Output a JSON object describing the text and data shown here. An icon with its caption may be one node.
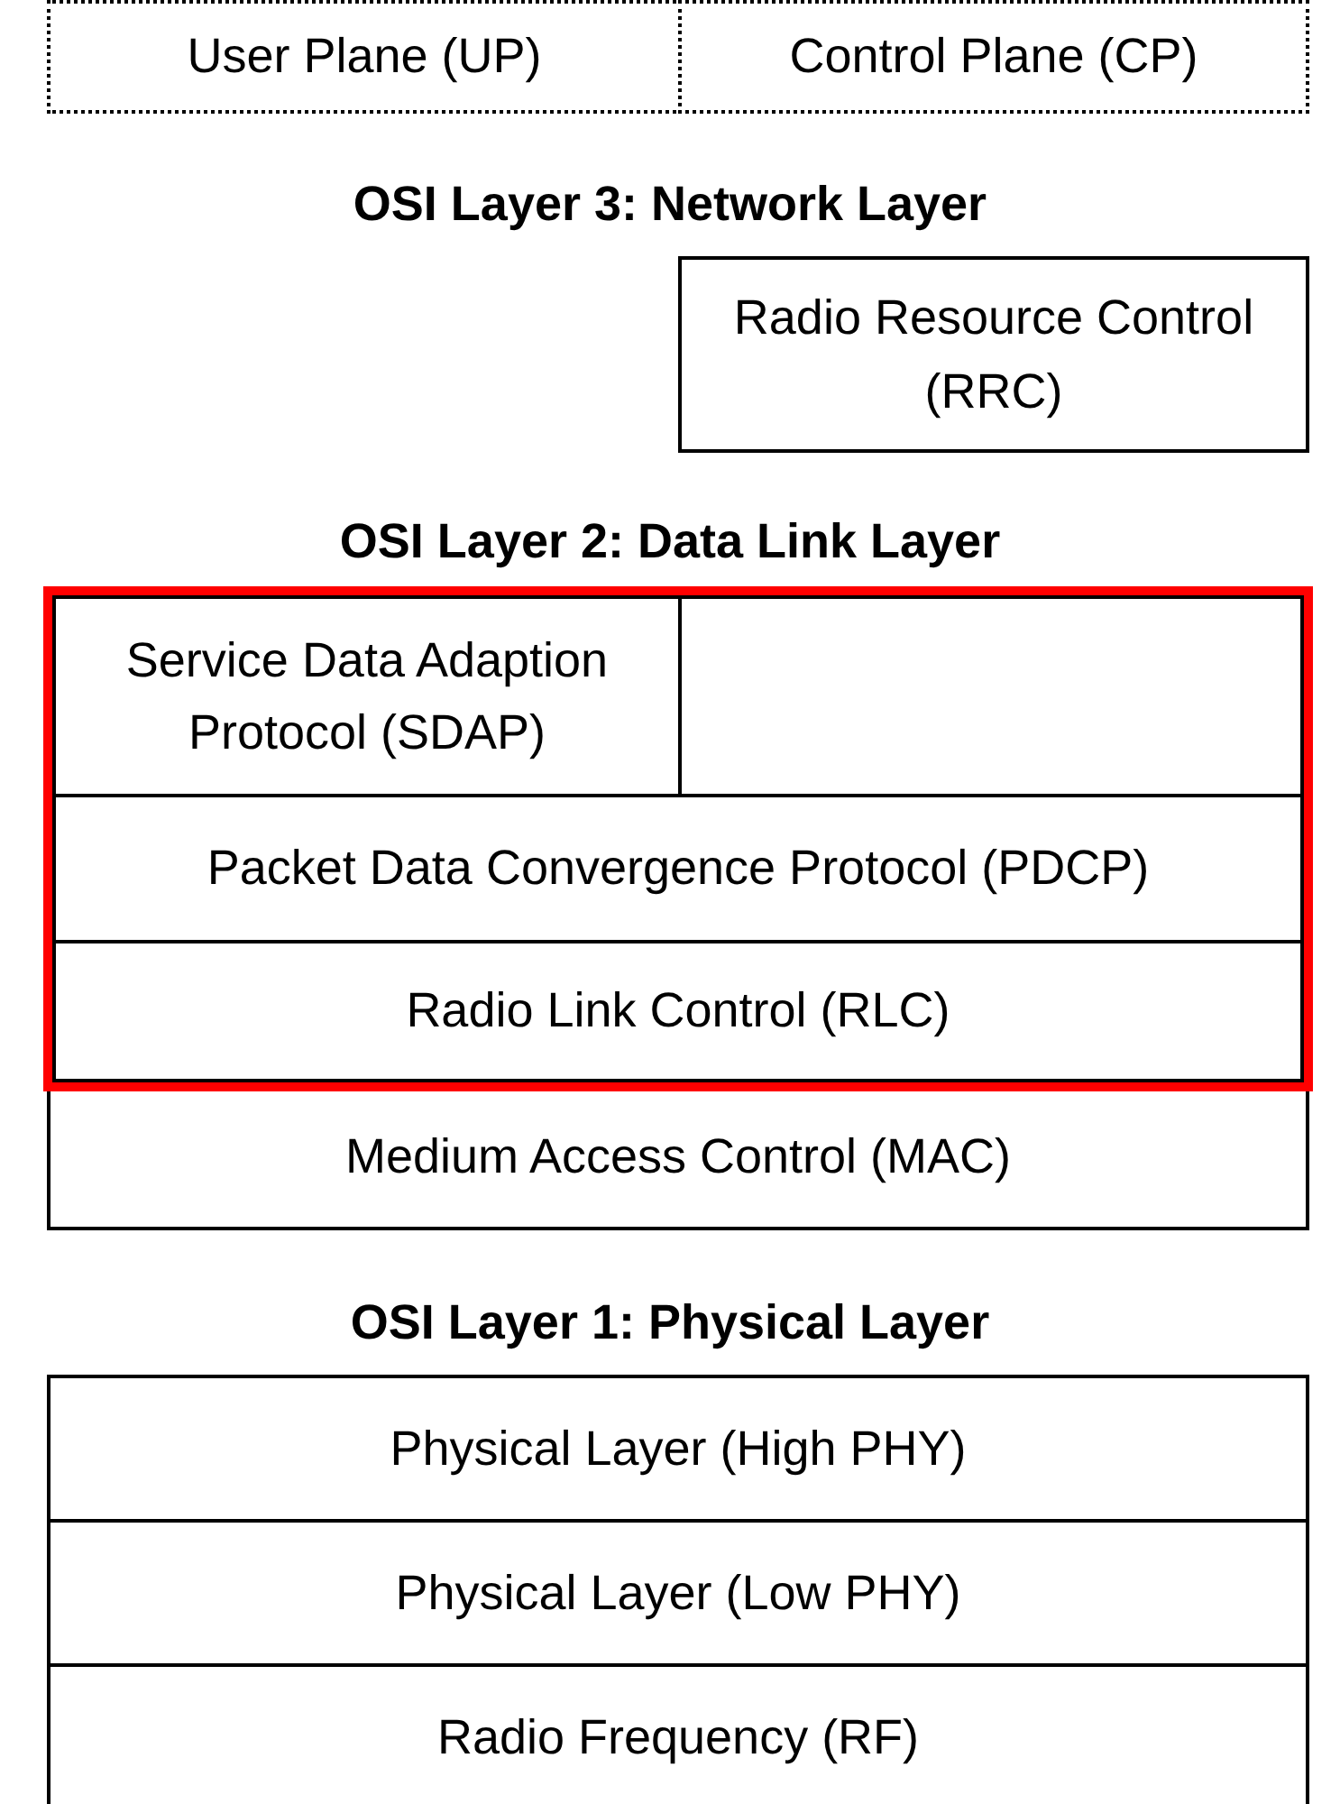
{
  "diagram": {
    "nodes": [
      {
        "text": [
          "User Plane (UP)"
        ]
      },
      {
        "text": [
          "Control Plane (CP)"
        ]
      },
      {
        "text": [
          "Radio Resource Control (RRC)"
        ]
      },
      {
        "text": [],
        "shape": "box"
      },
      {
        "text": [
          "Service Data Adaption Protocol (SDAP)"
        ],
        "in": 3
      },
      {
        "text": [],
        "shape": "box",
        "in": 3
      },
      {
        "text": [
          "Packet Data Convergence Protocol (PDCP)"
        ],
        "in": 3
      },
      {
        "text": [
          "Radio Link Control (RLC)"
        ],
        "in": 3
      },
      {
        "text": [
          "Medium Access Control (MAC)"
        ]
      },
      {
        "text": [
          "Physical Layer (High PHY)"
        ]
      },
      {
        "text": [
          "Physical Layer (Low PHY)"
        ]
      },
      {
        "text": [
          "Radio Frequency (RF)"
        ]
      }
    ],
    "labels": [
      "OSI Layer 3: Network Layer",
      "OSI Layer 2: Data Link Layer",
      "OSI Layer 1: Physical Layer"
    ]
  }
}
